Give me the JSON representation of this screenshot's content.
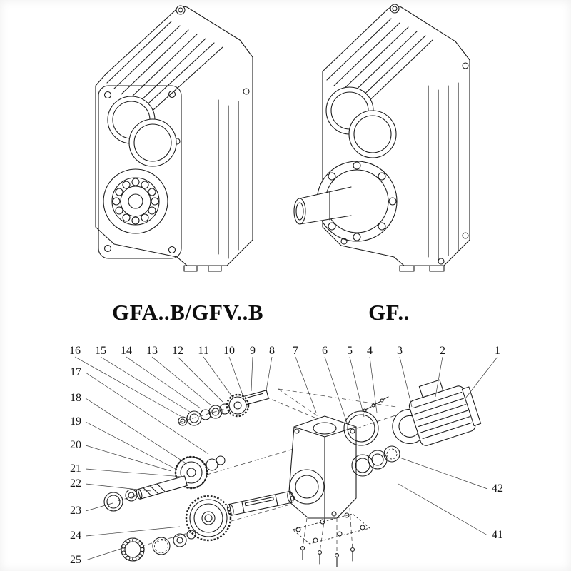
{
  "drawings": {
    "left": {
      "label": "GFA..B/GFV..B"
    },
    "right": {
      "label": "GF.."
    }
  },
  "exploded": {
    "callouts": {
      "top": [
        "16",
        "15",
        "14",
        "13",
        "12",
        "11",
        "10",
        "9",
        "8",
        "7",
        "6",
        "5",
        "4",
        "3",
        "2",
        "1"
      ],
      "left": [
        "17",
        "18",
        "19",
        "20",
        "21",
        "22",
        "23",
        "24",
        "25"
      ],
      "right": [
        "42",
        "41"
      ]
    }
  },
  "colors": {
    "line": "#1d1d1d",
    "text": "#161616",
    "background": "#ffffff"
  }
}
